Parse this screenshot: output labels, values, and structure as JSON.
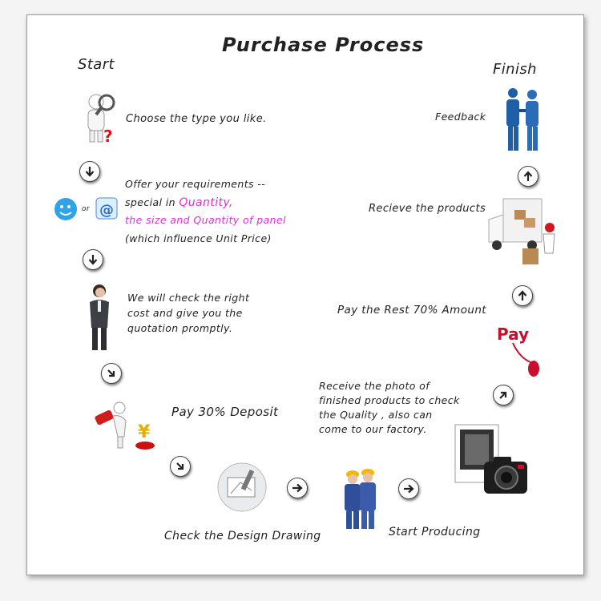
{
  "title": "Purchase Process",
  "start_label": "Start",
  "finish_label": "Finish",
  "steps": {
    "choose_type": "Choose the type you like.",
    "requirements_line1": "Offer your requirements --",
    "requirements_line2": "special in",
    "requirements_highlight1": "Quantity,",
    "requirements_highlight2": "the size and Quantity of panel",
    "requirements_line4": "(which influence Unit Price)",
    "or_label": "or",
    "quotation_line1": "We will check the right",
    "quotation_line2": "cost and give you the",
    "quotation_line3": "quotation promptly.",
    "deposit": "Pay 30% Deposit",
    "design": "Check the Design Drawing",
    "producing": "Start Producing",
    "photo_line1": "Receive the photo of",
    "photo_line2": "finished products to check",
    "photo_line3": "the Quality , also can",
    "photo_line4": "come to our factory.",
    "pay_rest": "Pay the Rest 70% Amount",
    "receive_products": "Recieve the products",
    "feedback": "Feedback"
  },
  "pay_logo_text": "Pay",
  "colors": {
    "highlight": "#e02ed6",
    "pay_red": "#c8102e",
    "business_blue": "#1f5fa8",
    "worker_blue": "#2f4f9a",
    "helmet_yellow": "#f2b705"
  },
  "icons": [
    "search-person-icon",
    "question-mark-icon",
    "qq-chat-icon",
    "email-icon",
    "business-person-icon",
    "pay-deposit-icon",
    "yen-icon",
    "design-drawing-icon",
    "workers-icon",
    "camera-photo-icon",
    "pay-mouse-icon",
    "delivery-truck-icon",
    "handshake-icon",
    "arrow-down-icon",
    "arrow-right-icon",
    "arrow-up-icon"
  ]
}
